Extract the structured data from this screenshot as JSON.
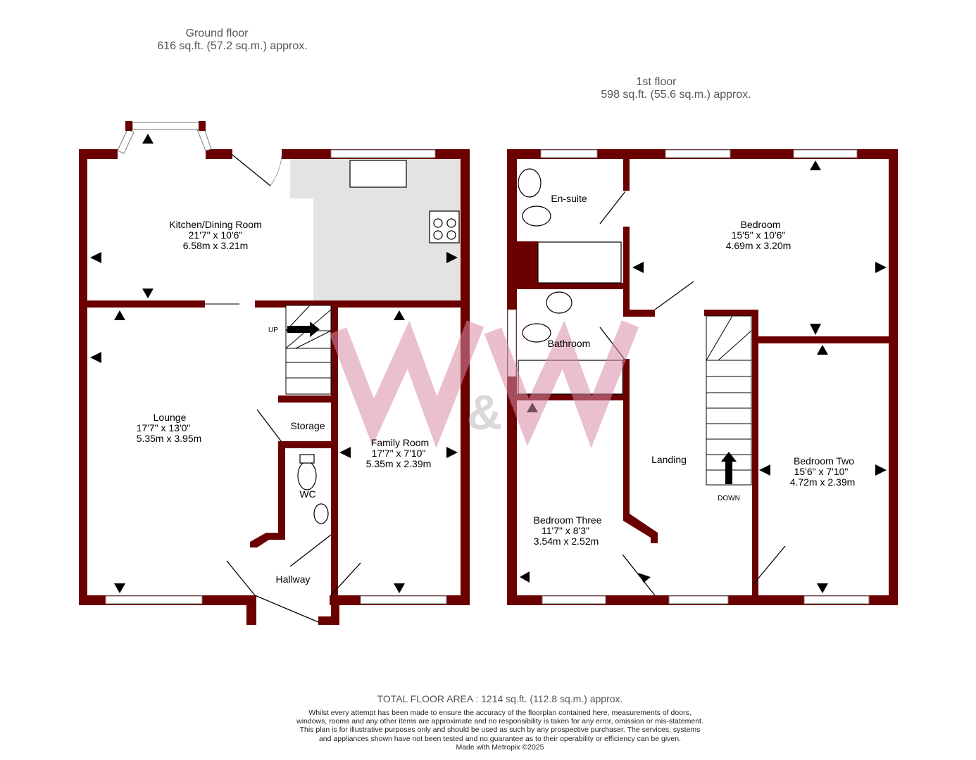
{
  "ground_floor": {
    "title": "Ground floor",
    "area": "616 sq.ft. (57.2 sq.m.) approx.",
    "rooms": [
      {
        "name": "Kitchen/Dining Room",
        "imperial": "21'7\"  x 10'6\"",
        "metric": "6.58m  x 3.21m"
      },
      {
        "name": "Lounge",
        "imperial": "17'7\"  x 13'0\"",
        "metric": "5.35m  x 3.95m"
      },
      {
        "name": "Family Room",
        "imperial": "17'7\"  x 7'10\"",
        "metric": "5.35m  x 2.39m"
      },
      {
        "name": "Storage"
      },
      {
        "name": "WC"
      },
      {
        "name": "Hallway"
      }
    ],
    "stairs_label": "UP"
  },
  "first_floor": {
    "title": "1st floor",
    "area": "598 sq.ft. (55.6 sq.m.) approx.",
    "rooms": [
      {
        "name": "En-suite"
      },
      {
        "name": "Bedroom",
        "imperial": "15'5\"  x 10'6\"",
        "metric": "4.69m  x 3.20m"
      },
      {
        "name": "Bathroom"
      },
      {
        "name": "Landing"
      },
      {
        "name": "Bedroom Two",
        "imperial": "15'6\"  x 7'10\"",
        "metric": "4.72m  x 2.39m"
      },
      {
        "name": "Bedroom Three",
        "imperial": "11'7\"  x 8'3\"",
        "metric": "3.54m  x 2.52m"
      }
    ],
    "stairs_label": "DOWN"
  },
  "footer": {
    "total": "TOTAL FLOOR AREA : 1214 sq.ft. (112.8 sq.m.) approx.",
    "disclaimer": "Whilst every attempt has been made to ensure the accuracy of the floorplan contained here, measurements of doors, windows, rooms and any other items are approximate and no responsibility is taken for any error, omission or mis-statement. This plan is for illustrative purposes only and should be used as such by any prospective purchaser. The services, systems and appliances shown have not been tested and no guarantee as to their operability or efficiency can be given.",
    "credit": "Made with Metropix ©2025"
  },
  "watermark": "W&W",
  "colors": {
    "wall": "#6b0000",
    "worktop": "#e3e3e3",
    "watermark": "#d98aa6"
  }
}
